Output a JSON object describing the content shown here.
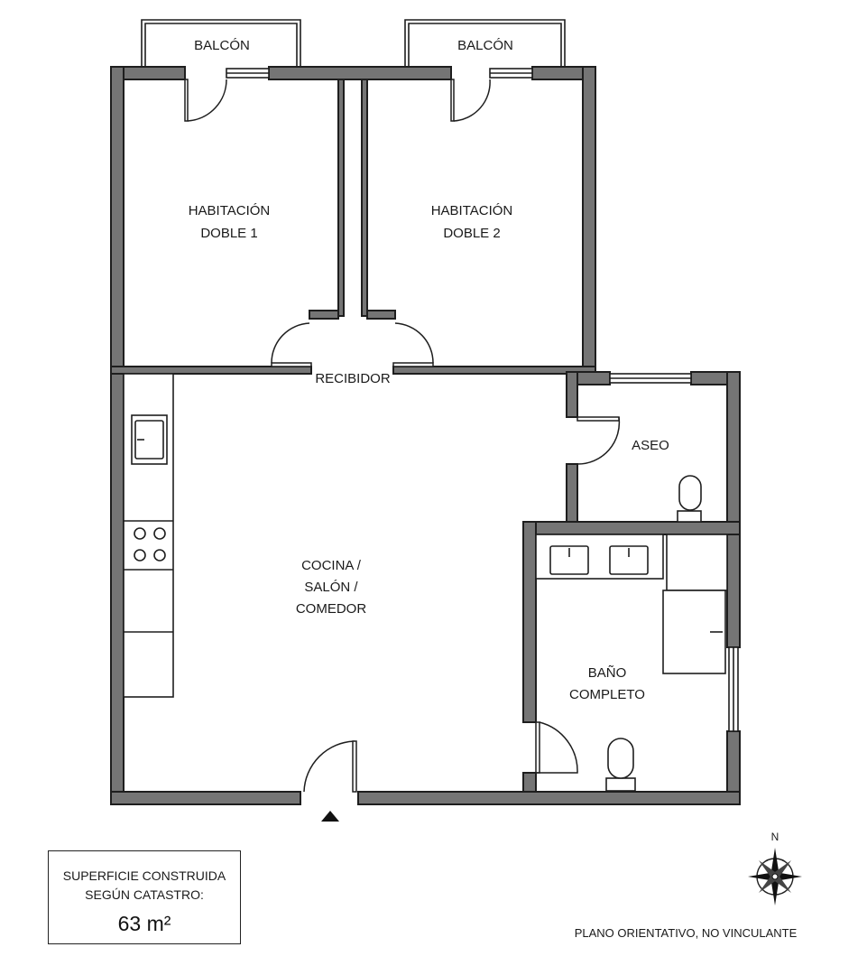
{
  "rooms": {
    "balcony_1": "BALCÓN",
    "balcony_2": "BALCÓN",
    "bedroom_1": [
      "HABITACIÓN",
      "DOBLE 1"
    ],
    "bedroom_2": [
      "HABITACIÓN",
      "DOBLE 2"
    ],
    "hall": "RECIBIDOR",
    "toilet": "ASEO",
    "living": [
      "COCINA /",
      "SALÓN /",
      "COMEDOR"
    ],
    "bathroom": [
      "BAÑO",
      "COMPLETO"
    ]
  },
  "info_box": {
    "line1": "SUPERFICIE CONSTRUIDA",
    "line2": "SEGÚN CATASTRO:",
    "area": "63 m²"
  },
  "compass": {
    "north": "N"
  },
  "disclaimer": "PLANO ORIENTATIVO, NO VINCULANTE",
  "colors": {
    "wall": "#757575",
    "line": "#1e1e1e",
    "background": "#ffffff"
  }
}
